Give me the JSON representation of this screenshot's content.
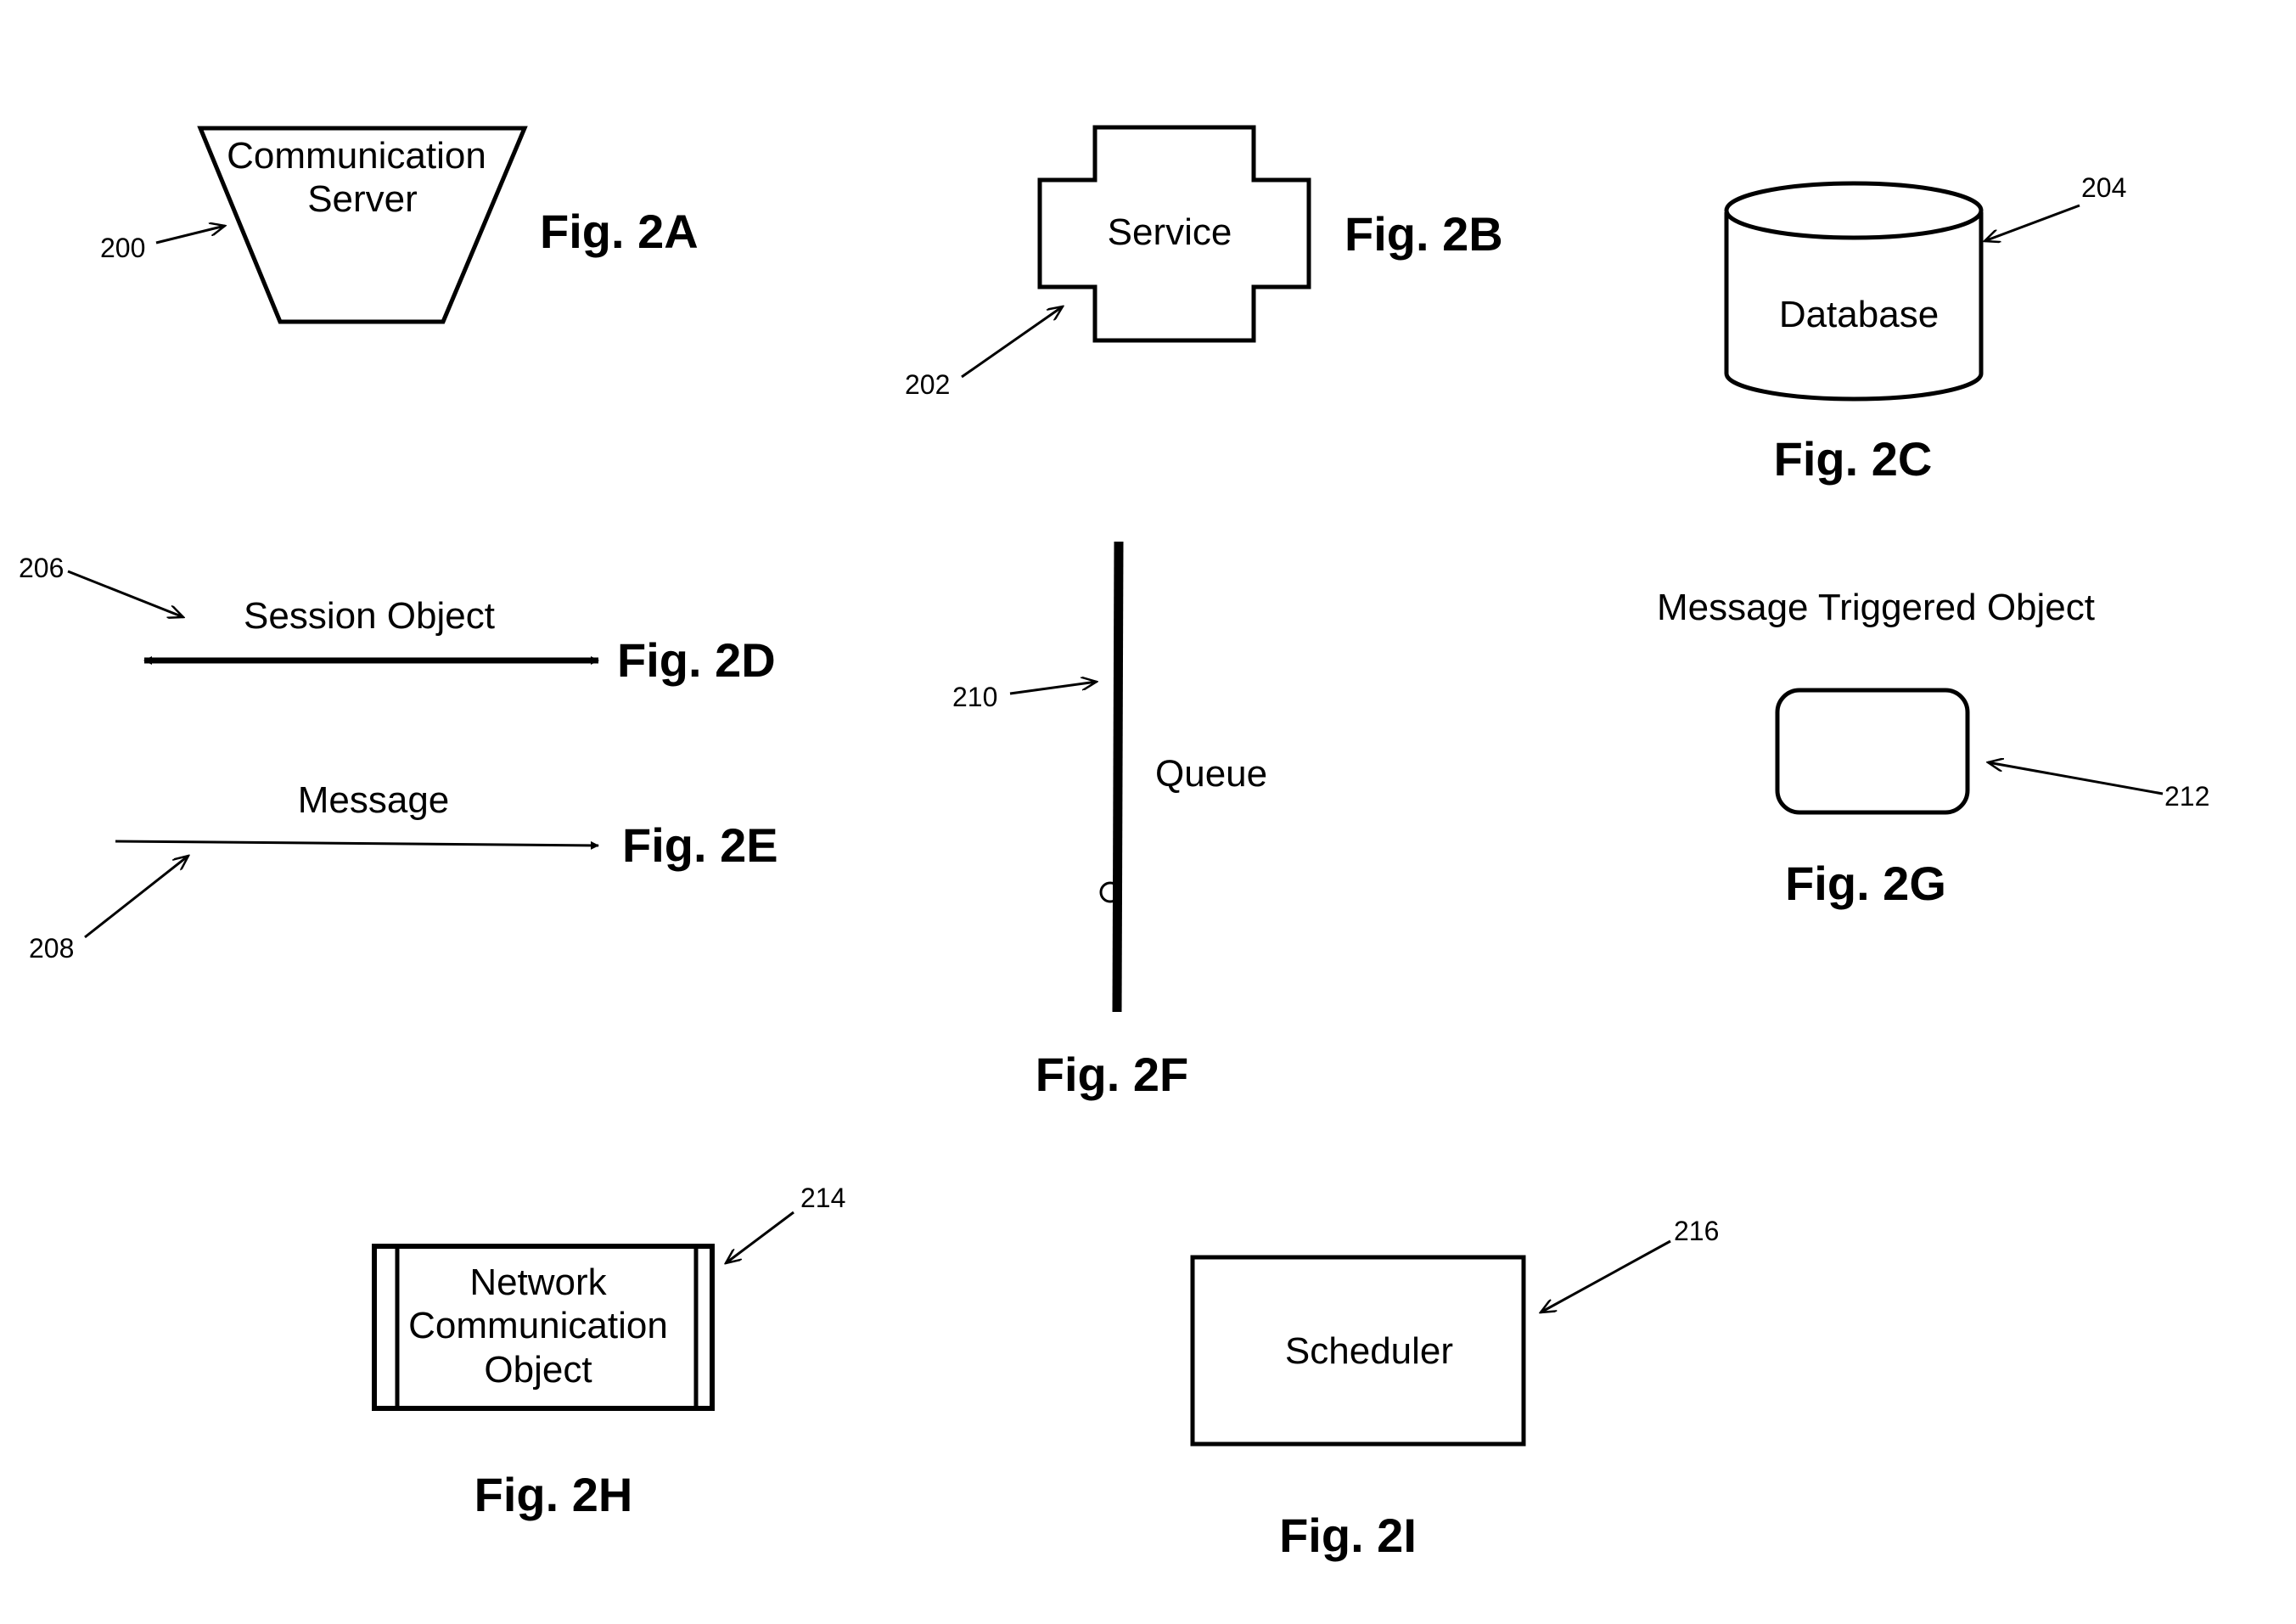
{
  "figures": {
    "fig2a": {
      "caption": "Fig. 2A",
      "ref": "200",
      "label_lines": [
        "Communication",
        "Server"
      ]
    },
    "fig2b": {
      "caption": "Fig. 2B",
      "ref": "202",
      "label": "Service"
    },
    "fig2c": {
      "caption": "Fig. 2C",
      "ref": "204",
      "label": "Database"
    },
    "fig2d": {
      "caption": "Fig. 2D",
      "ref": "206",
      "label": "Session Object"
    },
    "fig2e": {
      "caption": "Fig. 2E",
      "ref": "208",
      "label": "Message"
    },
    "fig2f": {
      "caption": "Fig. 2F",
      "ref": "210",
      "label": "Queue"
    },
    "fig2g": {
      "caption": "Fig. 2G",
      "ref": "212",
      "label": "Message Triggered Object"
    },
    "fig2h": {
      "caption": "Fig. 2H",
      "ref": "214",
      "label_lines": [
        "Network",
        "Communication",
        "Object"
      ]
    },
    "fig2i": {
      "caption": "Fig. 2I",
      "ref": "216",
      "label": "Scheduler"
    }
  }
}
